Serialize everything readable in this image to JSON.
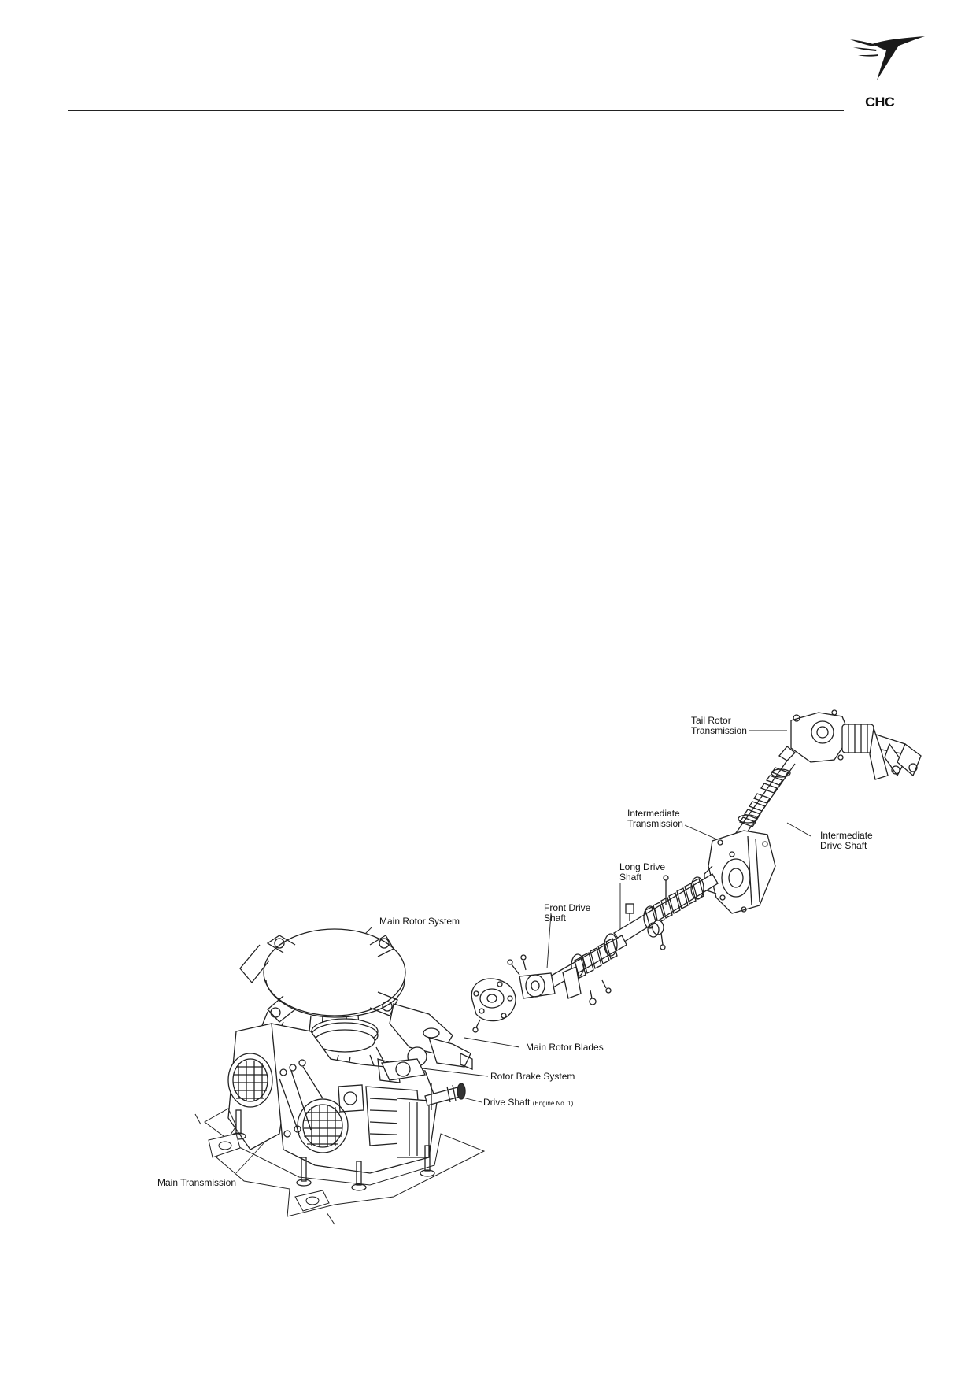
{
  "logo": {
    "text": "CHC",
    "icon": "hummingbird-logo-icon"
  },
  "labels": {
    "tail_rotor_transmission": [
      "Tail Rotor",
      "Transmission"
    ],
    "intermediate_transmission": [
      "Intermediate",
      "Transmission"
    ],
    "intermediate_drive_shaft": [
      "Intermediate",
      "Drive Shaft"
    ],
    "long_drive_shaft": [
      "Long Drive",
      "Shaft"
    ],
    "front_drive_shaft": [
      "Front Drive",
      "Shaft"
    ],
    "main_rotor_system": "Main Rotor System",
    "main_rotor_blades": "Main Rotor Blades",
    "rotor_brake_system": "Rotor Brake System",
    "drive_shaft": "Drive Shaft",
    "drive_shaft_note": "(Engine No. 1)",
    "main_transmission": "Main Transmission"
  }
}
